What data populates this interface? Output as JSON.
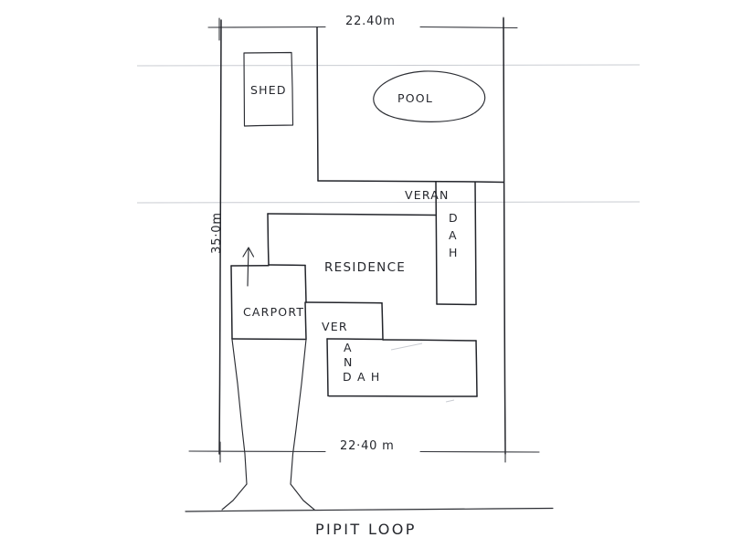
{
  "document": {
    "type": "hand-drawn-site-plan",
    "title": "Residential Site Plan",
    "background_color": "#ffffff",
    "ink_color": "#23252b"
  },
  "dimensions": {
    "top_width": "22.40m",
    "bottom_width": "22·40 m",
    "left_depth": "35·0m"
  },
  "labels": {
    "shed": "SHED",
    "pool": "POOL",
    "residence": "RESIDENCE",
    "carport": "CARPORT",
    "veranda_upper_line1": "VERAN",
    "veranda_upper_stack": [
      "D",
      "A",
      "H"
    ],
    "veranda_lower_line1": "VER",
    "veranda_lower_stack": [
      "A",
      "N"
    ],
    "veranda_lower_tail": "D A H",
    "street": "PIPIT LOOP"
  },
  "features": [
    {
      "name": "shed",
      "label": "SHED",
      "shape": "rectangle"
    },
    {
      "name": "pool",
      "label": "POOL",
      "shape": "ellipse"
    },
    {
      "name": "pool-enclosure",
      "label": "",
      "shape": "rectangle"
    },
    {
      "name": "residence",
      "label": "RESIDENCE",
      "shape": "polygon"
    },
    {
      "name": "carport",
      "label": "CARPORT",
      "shape": "rectangle"
    },
    {
      "name": "verandah-upper",
      "label": "VERANDAH",
      "shape": "rectangle"
    },
    {
      "name": "verandah-lower",
      "label": "VERANDAH",
      "shape": "rectangle"
    },
    {
      "name": "driveway",
      "label": "",
      "shape": "tapered"
    },
    {
      "name": "street",
      "label": "PIPIT LOOP",
      "shape": "line"
    }
  ],
  "annotations": {
    "driveway_arrow": "up-arrow"
  }
}
